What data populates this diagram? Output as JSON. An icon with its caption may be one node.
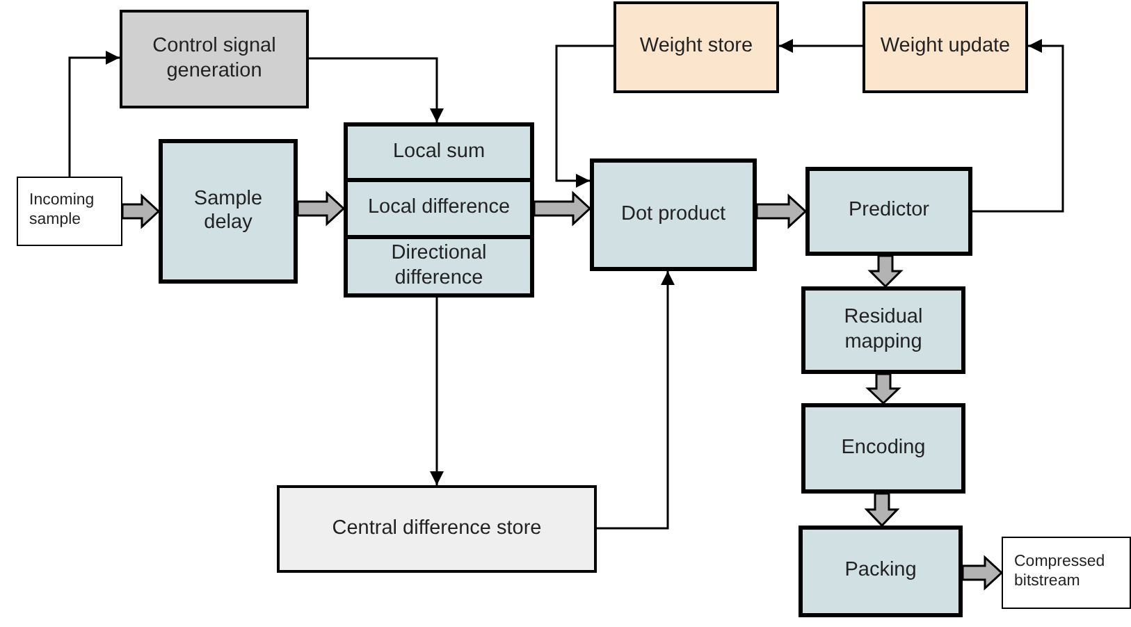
{
  "diagram": {
    "nodes": [
      {
        "text": [
          "Incoming sample"
        ]
      },
      {
        "text": [
          "Control signal generation"
        ]
      },
      {
        "text": [
          "Sample delay"
        ]
      },
      {
        "text": [
          "Local sum"
        ]
      },
      {
        "text": [
          "Local difference"
        ]
      },
      {
        "text": [
          "Directional difference"
        ]
      },
      {
        "text": [
          "Weight store"
        ]
      },
      {
        "text": [
          "Weight update"
        ]
      },
      {
        "text": [
          "Dot product"
        ]
      },
      {
        "text": [
          "Predictor"
        ]
      },
      {
        "text": [
          "Residual mapping"
        ]
      },
      {
        "text": [
          "Encoding"
        ]
      },
      {
        "text": [
          "Central difference store"
        ]
      },
      {
        "text": [
          "Packing"
        ]
      },
      {
        "text": [
          "Compressed bitstream"
        ]
      }
    ],
    "edges": [
      {
        "from": 0,
        "to": 1,
        "arrow": "to"
      },
      {
        "from": 0,
        "to": 2,
        "arrow": "to",
        "style": "thick"
      },
      {
        "from": 1,
        "to": 3,
        "arrow": "to"
      },
      {
        "from": 2,
        "to": 4,
        "arrow": "to",
        "style": "thick"
      },
      {
        "from": 4,
        "to": 8,
        "arrow": "to",
        "style": "thick"
      },
      {
        "from": 6,
        "to": 8,
        "arrow": "to"
      },
      {
        "from": 8,
        "to": 9,
        "arrow": "to",
        "style": "thick"
      },
      {
        "from": 9,
        "to": 7,
        "arrow": "to"
      },
      {
        "from": 7,
        "to": 6,
        "arrow": "to"
      },
      {
        "from": 5,
        "to": 12,
        "arrow": "to"
      },
      {
        "from": 12,
        "to": 8,
        "arrow": "to"
      },
      {
        "from": 9,
        "to": 10,
        "arrow": "to",
        "style": "thick"
      },
      {
        "from": 10,
        "to": 11,
        "arrow": "to",
        "style": "thick"
      },
      {
        "from": 11,
        "to": 13,
        "arrow": "to",
        "style": "thick"
      },
      {
        "from": 13,
        "to": 14,
        "arrow": "to",
        "style": "thick"
      }
    ]
  }
}
